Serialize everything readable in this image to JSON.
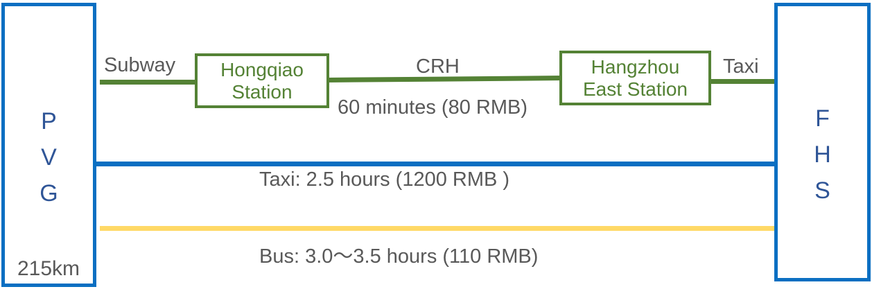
{
  "origin": {
    "letters": [
      "P",
      "V",
      "G"
    ],
    "distance": "215km"
  },
  "destination": {
    "letters": [
      "F",
      "H",
      "S"
    ]
  },
  "rail_route": {
    "first_leg_label": "Subway",
    "station_1": {
      "line1": "Hongqiao",
      "line2": "Station"
    },
    "train_label": "CRH",
    "train_time": "60 minutes (80 RMB)",
    "station_2": {
      "line1": "Hangzhou",
      "line2": "East Station"
    },
    "last_leg_label": "Taxi"
  },
  "taxi_route": {
    "label": "Taxi: 2.5 hours (1200 RMB )"
  },
  "bus_route": {
    "label": "Bus: 3.0～3.5 hours (110 RMB)"
  },
  "colors": {
    "endpoint_border": "#0A6FC2",
    "endpoint_text": "#2F5597",
    "rail": "#548235",
    "taxi": "#0A6FC2",
    "bus": "#FFD966",
    "label_text": "#595959"
  }
}
